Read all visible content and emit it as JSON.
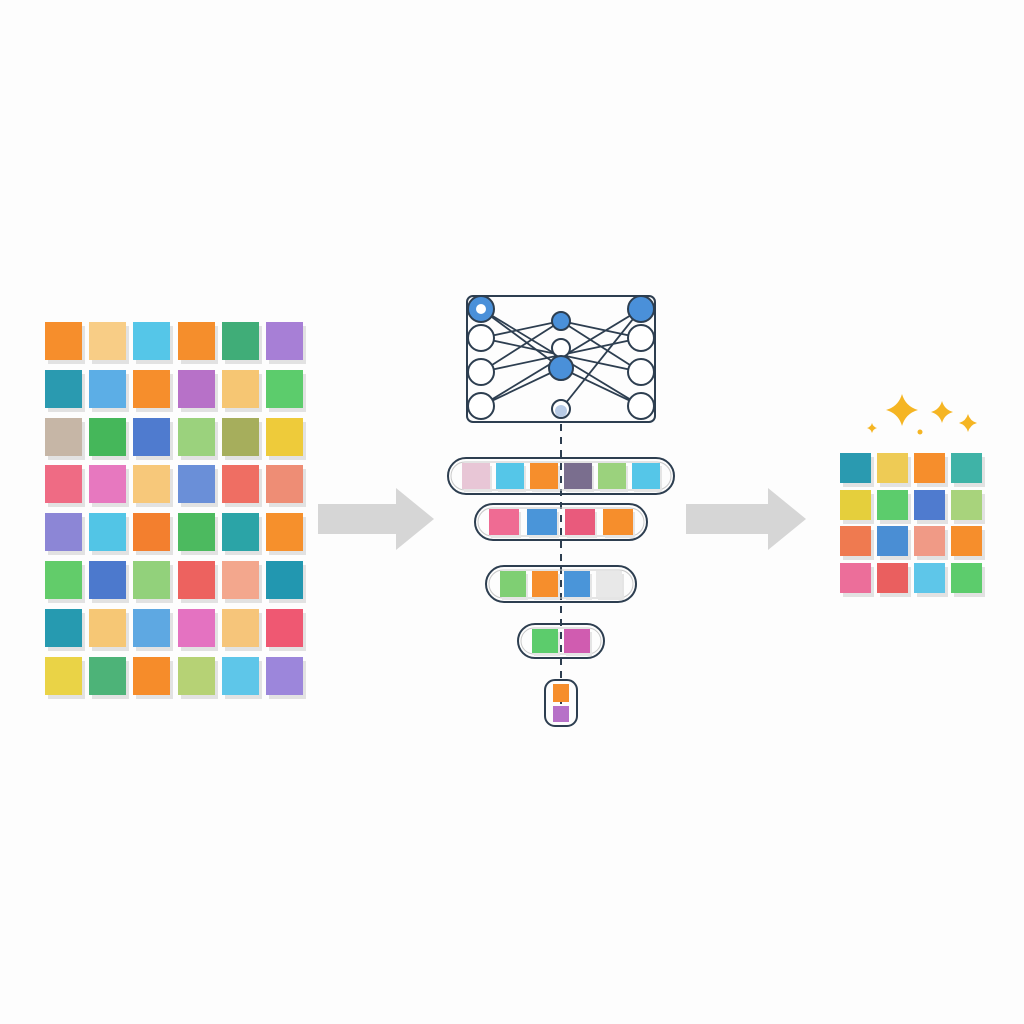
{
  "input_grid": {
    "rows": 8,
    "cols": 6,
    "colors": [
      "#f68e2c",
      "#f8cd86",
      "#55c6e8",
      "#f58e2c",
      "#40ad78",
      "#a77fd6",
      "#2a9ab0",
      "#5caee6",
      "#f68e2c",
      "#b771c8",
      "#f6c673",
      "#5ccc6c",
      "#c6b6a6",
      "#45b75a",
      "#4f7bcf",
      "#9bd27d",
      "#a6ae5c",
      "#eecb3a",
      "#ef6b84",
      "#e778bf",
      "#f7c87a",
      "#6a8fd8",
      "#ef6e63",
      "#ee8d75",
      "#8c86d6",
      "#52c5e6",
      "#f37f2e",
      "#4cba5f",
      "#2ba4a7",
      "#f6902c",
      "#62cc6a",
      "#4c79cd",
      "#92d17b",
      "#ed625f",
      "#f3a78d",
      "#2297b0",
      "#269ab0",
      "#f6c775",
      "#5ea8e2",
      "#e472c1",
      "#f6c57a",
      "#ef5872",
      "#ead346",
      "#4db378",
      "#f68c2a",
      "#b6d275",
      "#5ec6e9",
      "#9c86db"
    ]
  },
  "network": {
    "left_nodes": 4,
    "middle_nodes": 4,
    "right_nodes": 4,
    "node_fill_accent": "#4a90d9",
    "node_stroke": "#2d3e50"
  },
  "encoder_layers": [
    [
      "#e8c6d6",
      "#55c6e8",
      "#f68e2c",
      "#7a6e8e",
      "#9bd27d",
      "#55c6e8"
    ],
    [
      "#ef6b93",
      "#4a95d9",
      "#e95a7c",
      "#f68e2c"
    ],
    [
      "#7fcf73",
      "#f68e2c",
      "#4a95d9",
      "#e8e8e8"
    ],
    [
      "#5ccc6c",
      "#d05cb0"
    ],
    [
      "#f68e2c",
      "#b771c8"
    ]
  ],
  "output_grid": {
    "rows": 4,
    "cols": 4,
    "colors": [
      "#2a9ab0",
      "#eecb55",
      "#f68e2c",
      "#3fb3a7",
      "#e5cf3c",
      "#5ccc6c",
      "#4f7bcf",
      "#a8d37c",
      "#ef7a50",
      "#4a8ed4",
      "#f09a86",
      "#f68e2c",
      "#ec6e9a",
      "#ea5f5f",
      "#5ec6e9",
      "#5ccc6c"
    ]
  },
  "colors": {
    "arrow": "#d6d6d6",
    "sparkle": "#f5b523",
    "line": "#2d3e50"
  }
}
